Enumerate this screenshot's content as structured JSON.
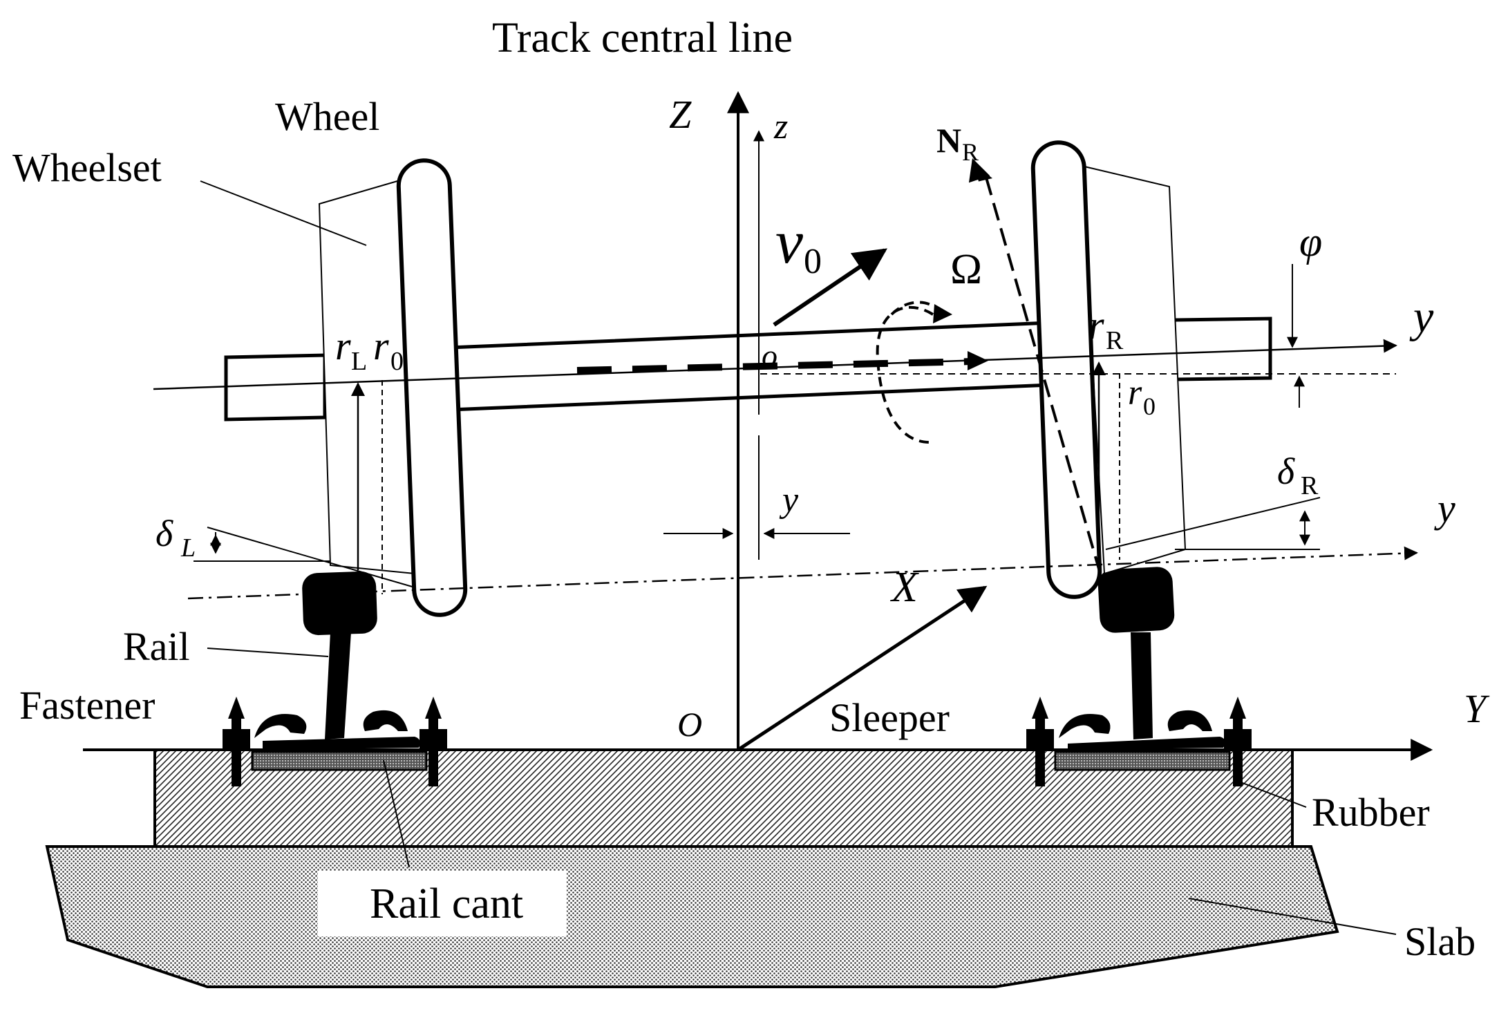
{
  "labels": {
    "title": "Track central line",
    "wheel": "Wheel",
    "wheelset": "Wheelset",
    "rail": "Rail",
    "fastener": "Fastener",
    "sleeper": "Sleeper",
    "rubber": "Rubber",
    "rail_cant": "Rail cant",
    "slab": "Slab"
  },
  "symbols": {
    "Z": "Z",
    "z": "z",
    "v": "v",
    "v_sub": "0",
    "omega": "Ω",
    "N": "N",
    "N_sub": "R",
    "phi": "φ",
    "y_axis": "y",
    "y_lower": "y",
    "Y": "Y",
    "X": "X",
    "O": "O",
    "o": "o",
    "y_disp": "y",
    "r": "r",
    "r_L_sub": "L",
    "r_R_sub": "R",
    "r0_sub": "0",
    "delta": "δ",
    "delta_L_sub": "L",
    "delta_R_sub": "R"
  },
  "colors": {
    "line": "#000000",
    "background": "#ffffff"
  }
}
